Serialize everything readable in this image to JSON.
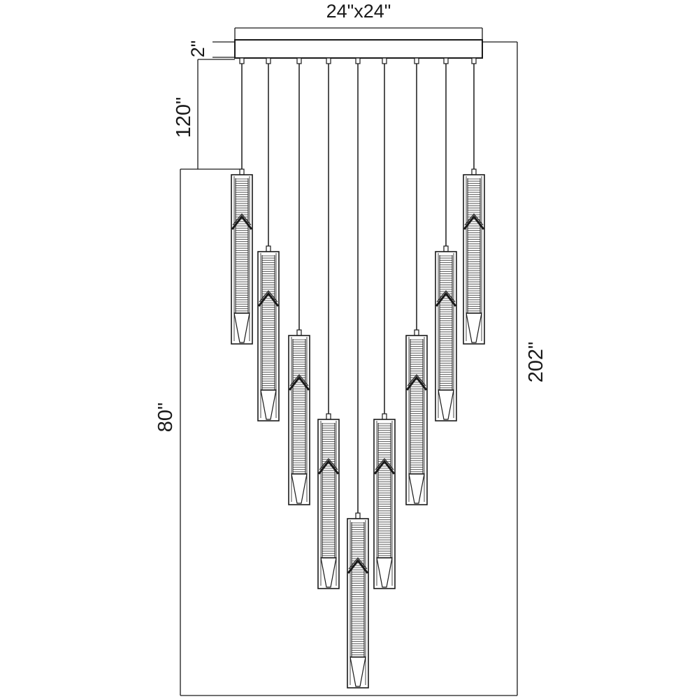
{
  "dimensions": {
    "canopy_size": "24\"x24\"",
    "canopy_height": "2\"",
    "top_cord_length": "120\"",
    "fixture_drop": "80\"",
    "overall_height": "202\""
  },
  "pendants": [
    {
      "id": 1,
      "level": 1
    },
    {
      "id": 2,
      "level": 2
    },
    {
      "id": 3,
      "level": 3
    },
    {
      "id": 4,
      "level": 4
    },
    {
      "id": 5,
      "level": 5
    },
    {
      "id": 6,
      "level": 4
    },
    {
      "id": 7,
      "level": 3
    },
    {
      "id": 8,
      "level": 2
    },
    {
      "id": 9,
      "level": 1
    }
  ],
  "colors": {
    "line": "#1a1a1a",
    "glass_band": "#6a6a6a"
  }
}
